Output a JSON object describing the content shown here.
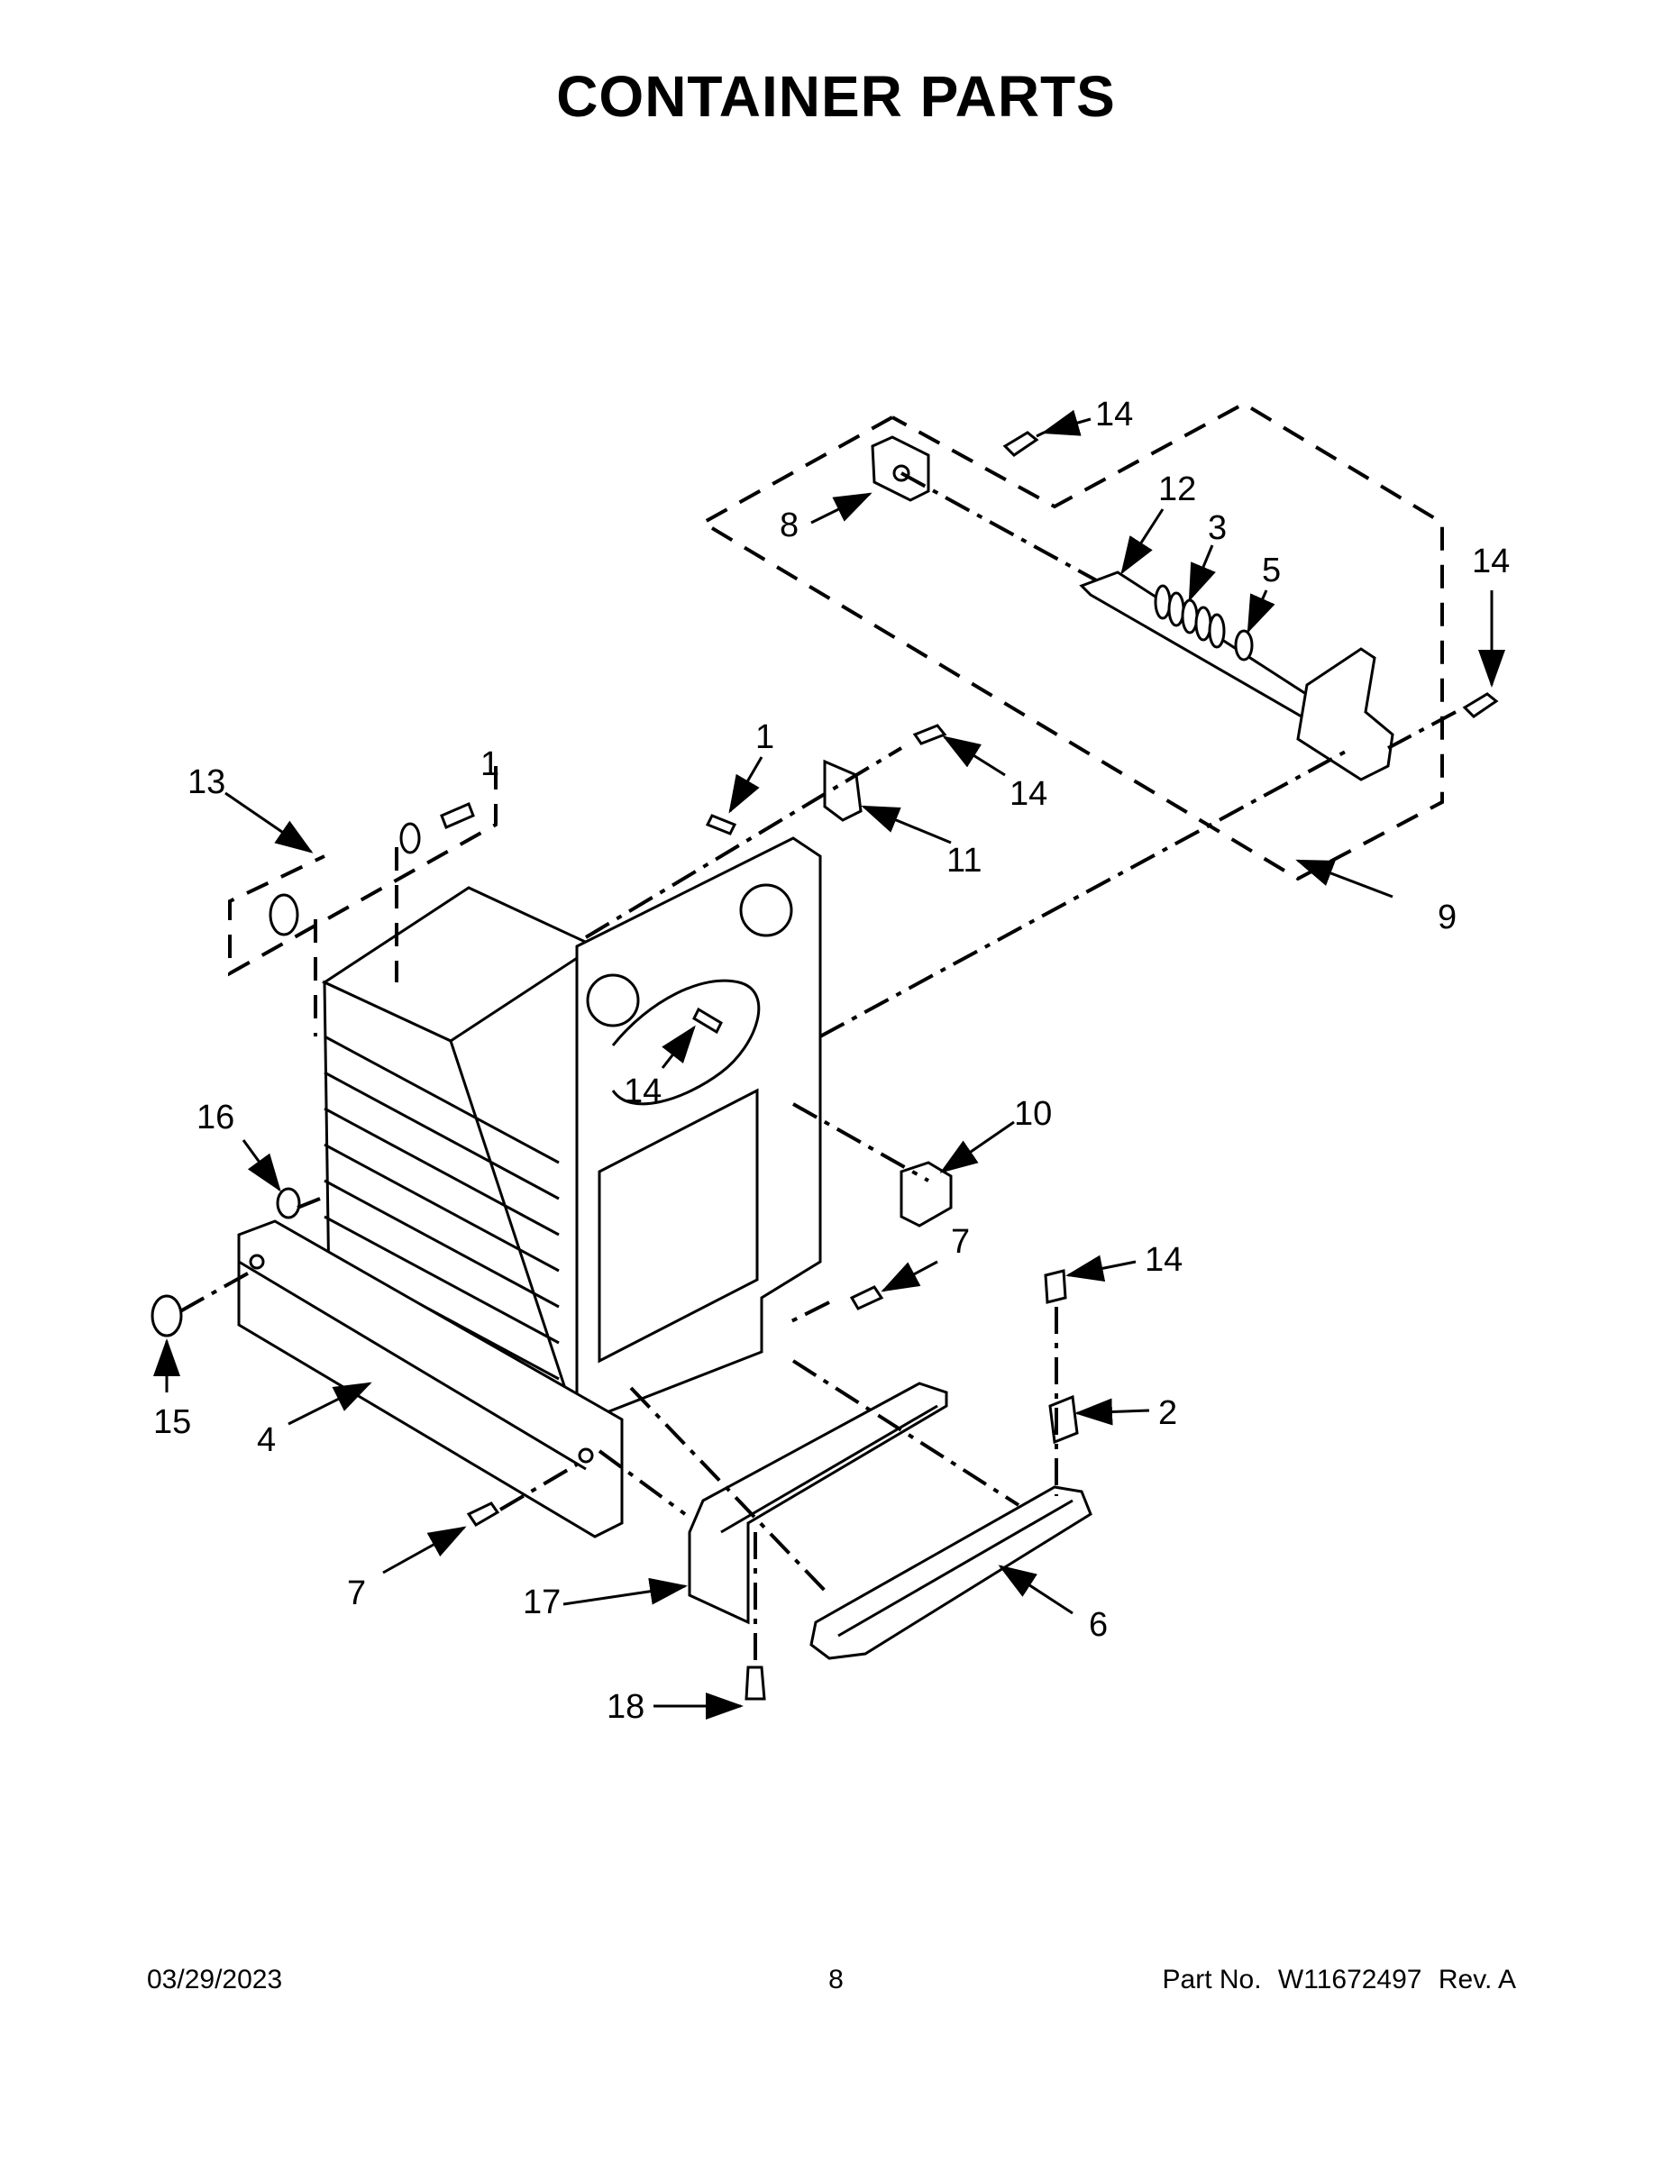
{
  "page": {
    "title": "CONTAINER PARTS",
    "date": "03/29/2023",
    "page_number": "8",
    "part_no_label": "Part No.",
    "part_no": "W11672497",
    "revision": "Rev. A"
  },
  "callouts": {
    "c14_top": "14",
    "c8": "8",
    "c12": "12",
    "c3": "3",
    "c5": "5",
    "c14_right": "14",
    "c1_top": "1",
    "c13": "13",
    "c1_left": "1",
    "c14_bracket": "14",
    "c11": "11",
    "c9": "9",
    "c14_center": "14",
    "c10": "10",
    "c16": "16",
    "c7_right": "7",
    "c14_lower": "14",
    "c2": "2",
    "c15": "15",
    "c4": "4",
    "c7_left": "7",
    "c17": "17",
    "c6": "6",
    "c18": "18"
  }
}
